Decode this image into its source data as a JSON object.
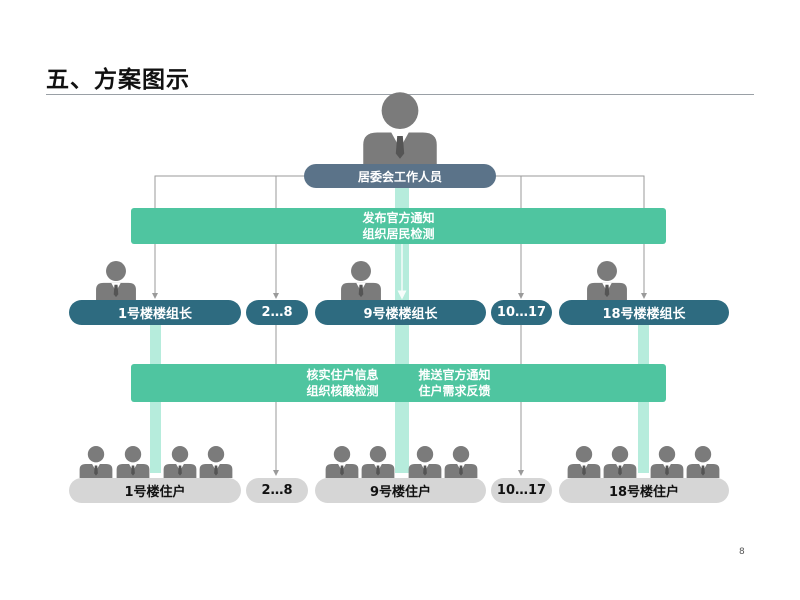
{
  "page": {
    "title": "五、方案图示",
    "page_number": "8"
  },
  "committee": {
    "label": "居委会工作人员"
  },
  "bus_top": {
    "line1": "发布官方通知",
    "line2": "组织居民检测"
  },
  "bus_mid": {
    "left_line1": "核实住户信息",
    "left_line2": "组织核酸检测",
    "right_line1": "推送官方通知",
    "right_line2": "住户需求反馈"
  },
  "leaders": {
    "b1": "1号楼楼组长",
    "r2": "2…8",
    "b9": "9号楼楼组长",
    "r10": "10…17",
    "b18": "18号楼楼组长"
  },
  "residents": {
    "b1": "1号楼住户",
    "r2": "2…8",
    "b9": "9号楼住户",
    "r10": "10…17",
    "b18": "18号楼住户"
  },
  "colors": {
    "teal_bus": "#4fc5a0",
    "leader_chip": "#2e6b80",
    "committee_chip": "#5b7389",
    "resident_chip": "#d6d6d6",
    "person_icon": "#7b7b7b",
    "pale_connector": "#b6ecdc"
  }
}
